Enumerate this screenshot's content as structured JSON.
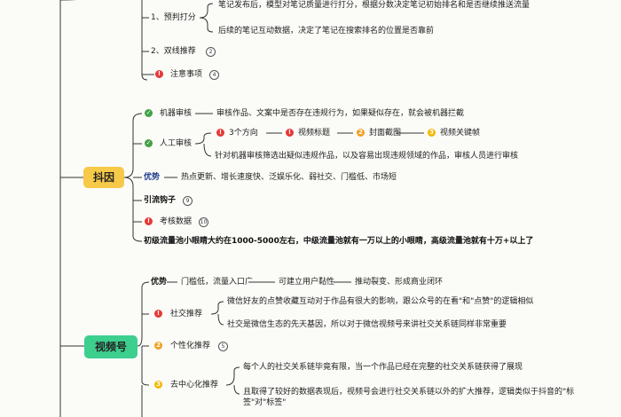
{
  "top": {
    "sub1_label": "1、预判打分",
    "sub1_detail1": "笔记发布后，模型对笔记质量进行打分，根据分数决定笔记初始排名和是否继续推送流量",
    "sub1_detail2": "后续的笔记互动数据，决定了笔记在搜索排名的位置是否靠前",
    "sub2_label": "2、双线推荐",
    "sub2_badge": "2",
    "note_label": "注意事项",
    "note_badge": "4"
  },
  "douyin": {
    "label": "抖因",
    "machine_review": "机器审核",
    "machine_review_detail": "审核作品、文案中是否存在违规行为，如果疑似存在，就会被机器拦截",
    "manual_review": "人工审核",
    "directions": "3个方向",
    "video_title": "视频标题",
    "cover": "封面截图",
    "keyframes": "视频关键帧",
    "manual_detail": "针对机器审核筛选出疑似违规作品，以及容易出现违规领域的作品，审核人员进行审核",
    "advantage_label": "优势",
    "advantage_detail": "热点更新、增长速度快、泛娱乐化、弱社交、门槛低、市场短",
    "hook_label": "引流钩子",
    "hook_badge": "9",
    "data_label": "考核数据",
    "data_badge": "10",
    "summary": "初级流量池小眼睛大约在1000-5000左右，中级流量池就有一万以上的小眼睛，高级流量池就有十万+以上了"
  },
  "shipinhao": {
    "label": "视频号",
    "advantage_label": "优势",
    "adv1": "门槛低，流量入口广",
    "adv2": "可建立用户黏性",
    "adv3": "推动裂变、形成商业闭环",
    "social_label": "社交推荐",
    "social_detail1": "微信好友的点赞收藏互动对于作品有很大的影响，跟公众号的在看\"和\"点赞\"的逻辑相似",
    "social_detail2": "社交是微信生态的先天基因，所以对于微信视频号来讲社交关系链同样非常重要",
    "personal_label": "个性化推荐",
    "personal_badge": "5",
    "decentral_label": "去中心化推荐",
    "decentral_detail1": "每个人的社交关系链毕竟有限，当一个作品已经在完整的社交关系链获得了展现",
    "decentral_detail2": "且取得了较好的数据表现后，视频号会进行社交关系链以外的扩大推荐，逻辑类似于抖音的\"标签\"对\"标签\""
  },
  "colors": {
    "douyin_node": "#f7c948",
    "shipinhao_node": "#3ccf8e",
    "line": "#333333"
  }
}
